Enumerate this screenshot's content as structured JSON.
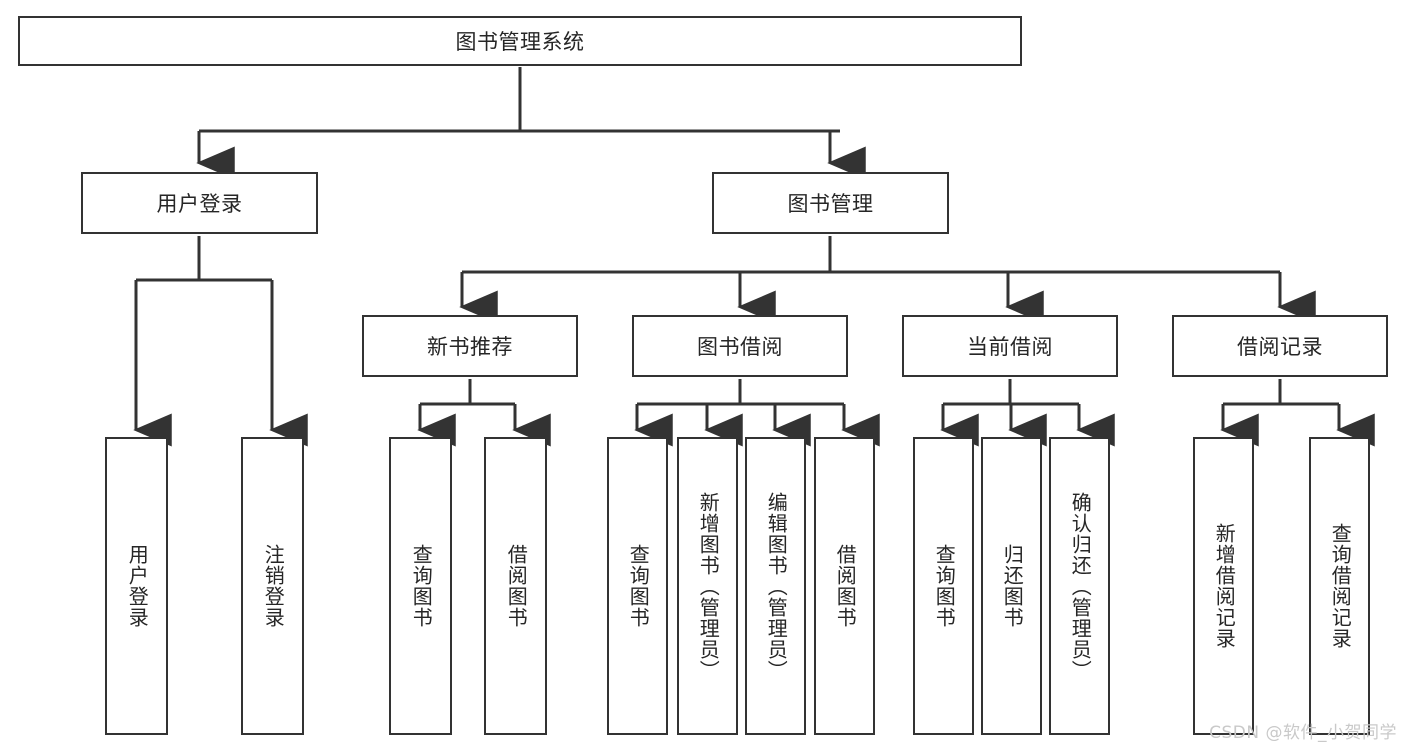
{
  "diagram": {
    "type": "tree",
    "title": "图书管理系统",
    "root": {
      "label": "图书管理系统"
    },
    "level1": [
      {
        "label": "用户登录"
      },
      {
        "label": "图书管理"
      }
    ],
    "level2": [
      {
        "label": "新书推荐"
      },
      {
        "label": "图书借阅"
      },
      {
        "label": "当前借阅"
      },
      {
        "label": "借阅记录"
      }
    ],
    "leaves": {
      "user_login": [
        {
          "label": "用户登录"
        },
        {
          "label": "注销登录"
        }
      ],
      "new_book_recommend": [
        {
          "label": "查询图书"
        },
        {
          "label": "借阅图书"
        }
      ],
      "book_borrow": [
        {
          "label": "查询图书"
        },
        {
          "label": "新增图书（管理员）"
        },
        {
          "label": "编辑图书（管理员）"
        },
        {
          "label": "借阅图书"
        }
      ],
      "current_borrow": [
        {
          "label": "查询图书"
        },
        {
          "label": "归还图书"
        },
        {
          "label": "确认归还（管理员）"
        }
      ],
      "borrow_record": [
        {
          "label": "新增借阅记录"
        },
        {
          "label": "查询借阅记录"
        }
      ]
    },
    "colors": {
      "box_stroke": "#333333",
      "box_fill": "#ffffff",
      "text": "#262626",
      "connector": "#333333",
      "watermark": "#c9c9c9"
    }
  },
  "watermark": {
    "text": "CSDN @软件_小贺同学"
  }
}
